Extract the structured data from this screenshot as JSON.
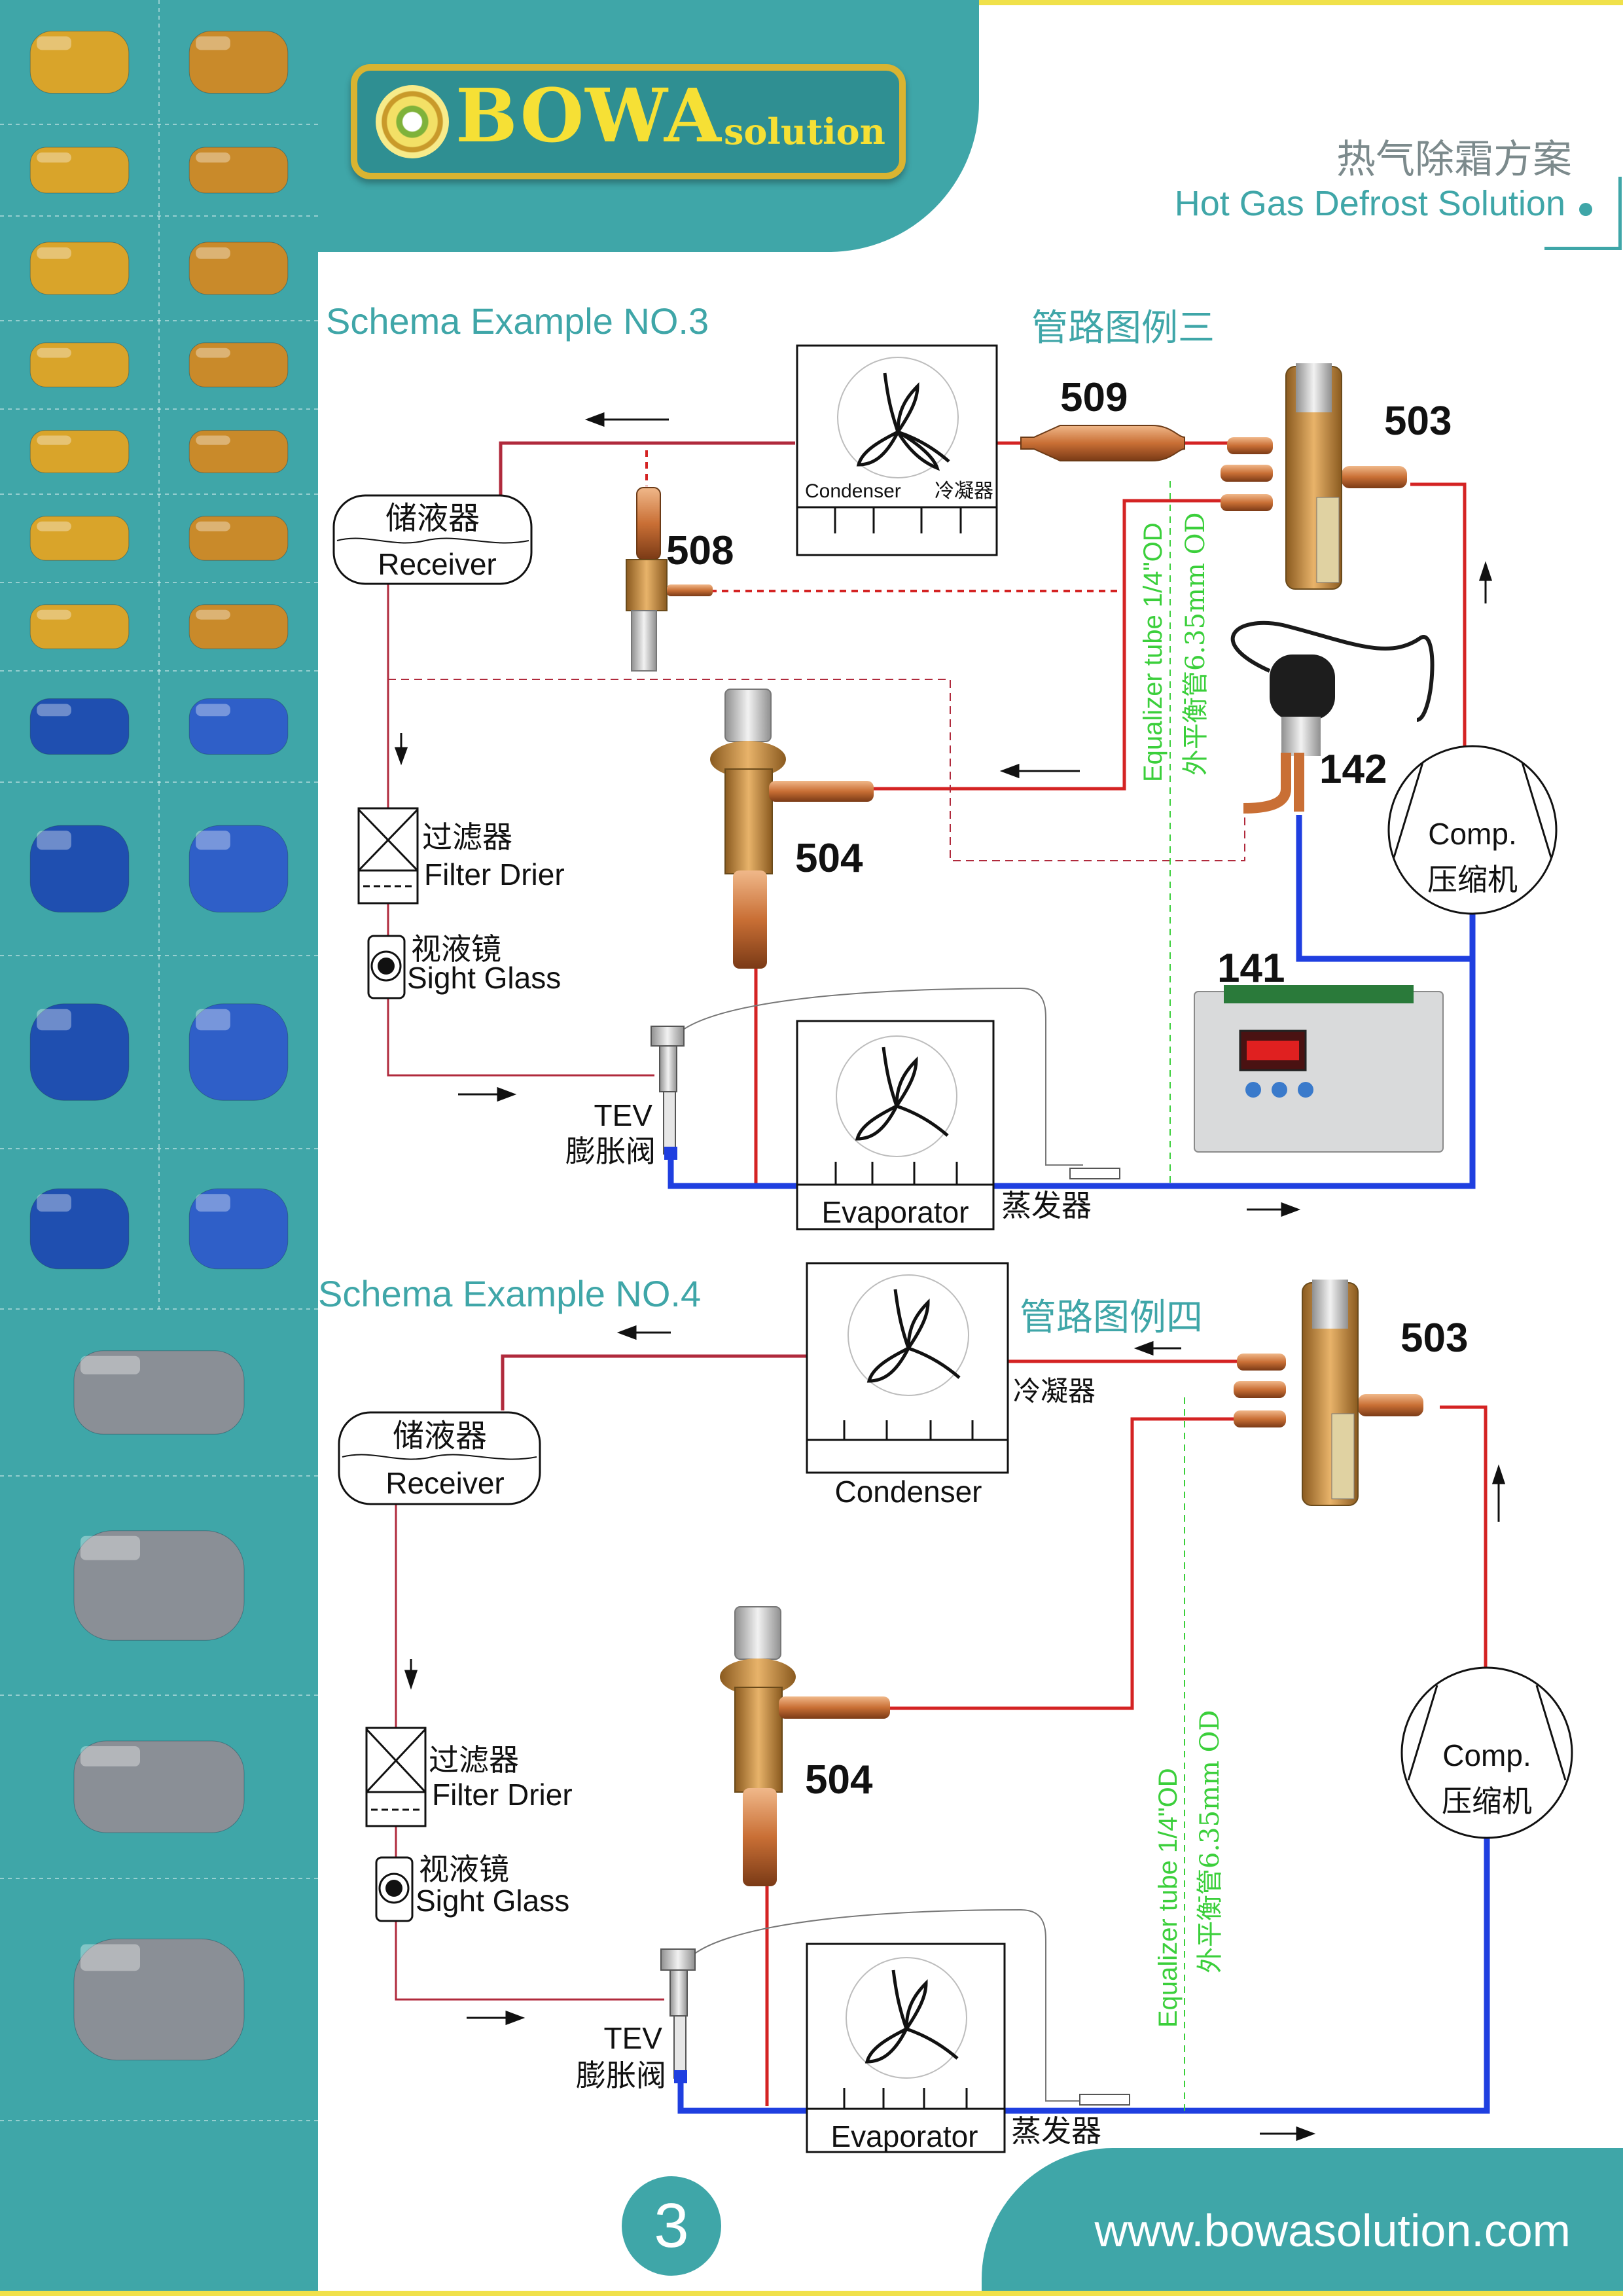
{
  "brand": {
    "name": "BOWA",
    "suffix": "solution"
  },
  "header": {
    "title_cn": "热气除霜方案",
    "title_en": "Hot Gas Defrost Solution"
  },
  "colors": {
    "teal": "#3fa6a8",
    "hot_gas_line": "#d42323",
    "suction_line": "#1f3fe0",
    "liquid_line": "#b02a3c",
    "equalizer": "#3bcf3b",
    "accent_yellow": "#f0e14a"
  },
  "sidebar": {
    "items": [
      "ball-valve",
      "ball-valve-pair",
      "sight-glass",
      "sight-glass-pair",
      "filter-drier",
      "check-valve",
      "solenoid-valve",
      "solenoid-valve-coil",
      "hand-valve",
      "hand-valve-gauge",
      "angle-valve",
      "angle-valve-gauge",
      "service-valve",
      "service-valve-gauge",
      "oil-separator",
      "oil-separator-horizontal",
      "liquid-receiver",
      "liquid-receiver-vertical",
      "accumulator",
      "accumulator-vertical",
      "heat-exchanger",
      "fan-motor",
      "shell-tube-condenser",
      "shell-tube-exchanger",
      "condensing-unit-frame",
      "condensing-unit-box",
      "container-unit"
    ]
  },
  "schema3": {
    "title_en": "Schema Example NO.3",
    "title_cn": "管路图例三",
    "condenser": {
      "label_en": "Condenser",
      "label_cn": "冷凝器"
    },
    "evaporator": {
      "label_en": "Evaporator",
      "label_cn": "蒸发器"
    },
    "receiver": {
      "label_cn": "储液器",
      "label_en": "Receiver"
    },
    "filter": {
      "label_cn": "过滤器",
      "label_en": "Filter Drier"
    },
    "sight_glass": {
      "label_cn": "视液镜",
      "label_en": "Sight Glass"
    },
    "tev": {
      "label_en": "TEV",
      "label_cn": "膨胀阀"
    },
    "compressor": {
      "label_en": "Comp.",
      "label_cn": "压缩机"
    },
    "equalizer": {
      "label_en": "Equalizer tube 1/4\"OD",
      "label_cn": "外平衡管6.35mm OD"
    },
    "parts": {
      "p509": "509",
      "p503": "503",
      "p508": "508",
      "p142": "142",
      "p504": "504",
      "p141": "141"
    }
  },
  "schema4": {
    "title_en": "Schema Example NO.4",
    "title_cn": "管路图例四",
    "condenser": {
      "label_en": "Condenser",
      "label_cn": "冷凝器"
    },
    "evaporator": {
      "label_en": "Evaporator",
      "label_cn": "蒸发器"
    },
    "receiver": {
      "label_cn": "储液器",
      "label_en": "Receiver"
    },
    "filter": {
      "label_cn": "过滤器",
      "label_en": "Filter Drier"
    },
    "sight_glass": {
      "label_cn": "视液镜",
      "label_en": "Sight Glass"
    },
    "tev": {
      "label_en": "TEV",
      "label_cn": "膨胀阀"
    },
    "compressor": {
      "label_en": "Comp.",
      "label_cn": "压缩机"
    },
    "equalizer": {
      "label_en": "Equalizer tube 1/4\"OD",
      "label_cn": "外平衡管6.35mm OD"
    },
    "parts": {
      "p503": "503",
      "p504": "504"
    }
  },
  "footer": {
    "page_number": "3",
    "website": "www.bowasolution.com"
  }
}
